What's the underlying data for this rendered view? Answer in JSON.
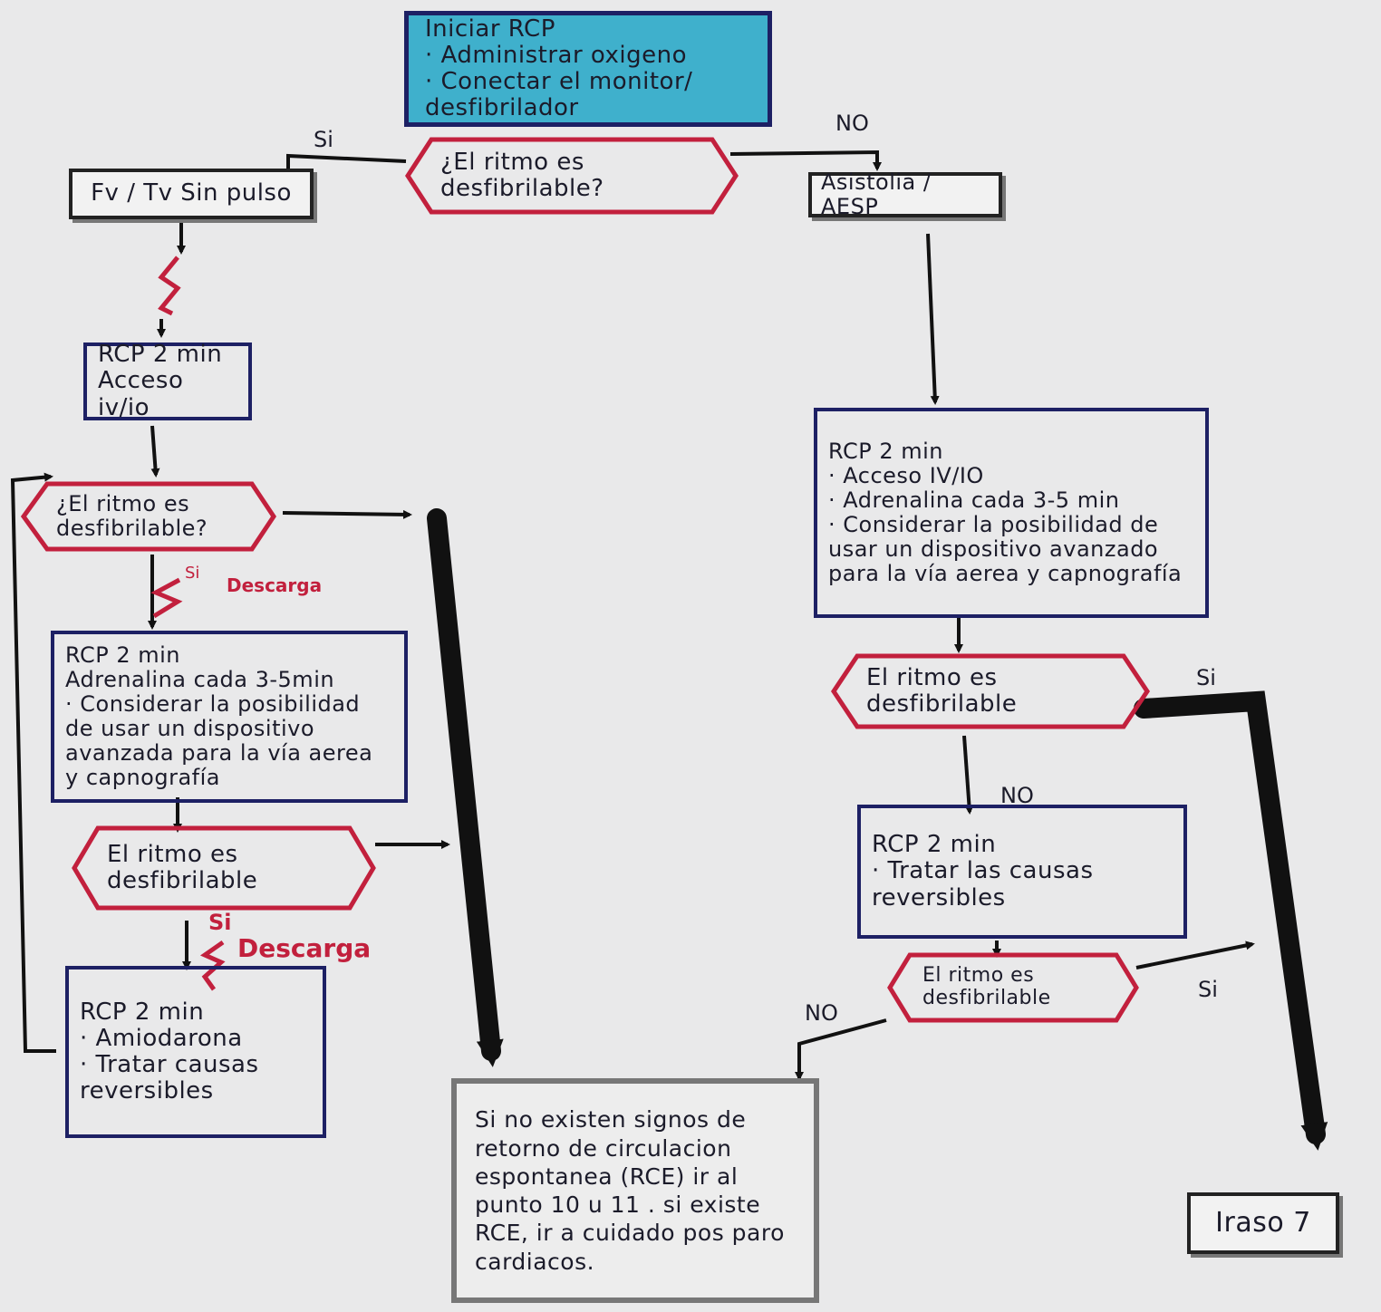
{
  "colors": {
    "navy": "#1d2064",
    "crimson": "#c2203d",
    "cyan": "#3fb0cc",
    "ink": "#111111"
  },
  "start": {
    "title": "Iniciar RCP",
    "items": [
      "Administrar oxigeno",
      "Conectar el monitor/ desfibrilador"
    ]
  },
  "decision_top": {
    "text": "¿El ritmo es desfibrilable?"
  },
  "labels": {
    "si_top": "Si",
    "no_top": "NO",
    "si_descarga_1": "Si",
    "descarga_1": "Descarga",
    "si_descarga_2": "Si",
    "descarga_2": "Descarga",
    "no_right_1": "NO",
    "si_right_1": "Si",
    "no_right_2": "NO",
    "si_right_2": "Si"
  },
  "left": {
    "rhythm": "Fv / Tv Sin pulso",
    "box1": {
      "lines": [
        "RCP 2 min",
        "Acceso iv/io"
      ]
    },
    "decision1": {
      "text": "¿El ritmo es desfibrilable?"
    },
    "box2": {
      "title": "RCP 2 min",
      "items": [
        "Adrenalina cada 3-5min",
        "Considerar la posibilidad de usar un dispositivo avanzada para la vía aerea y capnografía"
      ]
    },
    "decision2": {
      "text": "El ritmo es desfibrilable"
    },
    "box3": {
      "title": "RCP 2 min",
      "items": [
        "Amiodarona",
        "Tratar causas reversibles"
      ]
    }
  },
  "right": {
    "rhythm": "Asistolia / AESP",
    "box1": {
      "title": "RCP 2 min",
      "items": [
        "Acceso IV/IO",
        "Adrenalina cada 3-5 min",
        "Considerar la posibilidad de usar un dispositivo avanzado para la vía aerea y capnografía"
      ]
    },
    "decision1": {
      "text": "El ritmo es desfibrilable"
    },
    "box2": {
      "title": "RCP 2 min",
      "items": [
        "Tratar las causas reversibles"
      ]
    },
    "decision2": {
      "text": "El ritmo es desfibrilable"
    }
  },
  "final": {
    "text": "Si no existen signos de retorno de circulacion espontanea (RCE) ir al punto 10 u 11 . si existe RCE, ir a cuidado pos paro cardiacos."
  },
  "goto": {
    "text": "Iraso 7"
  }
}
